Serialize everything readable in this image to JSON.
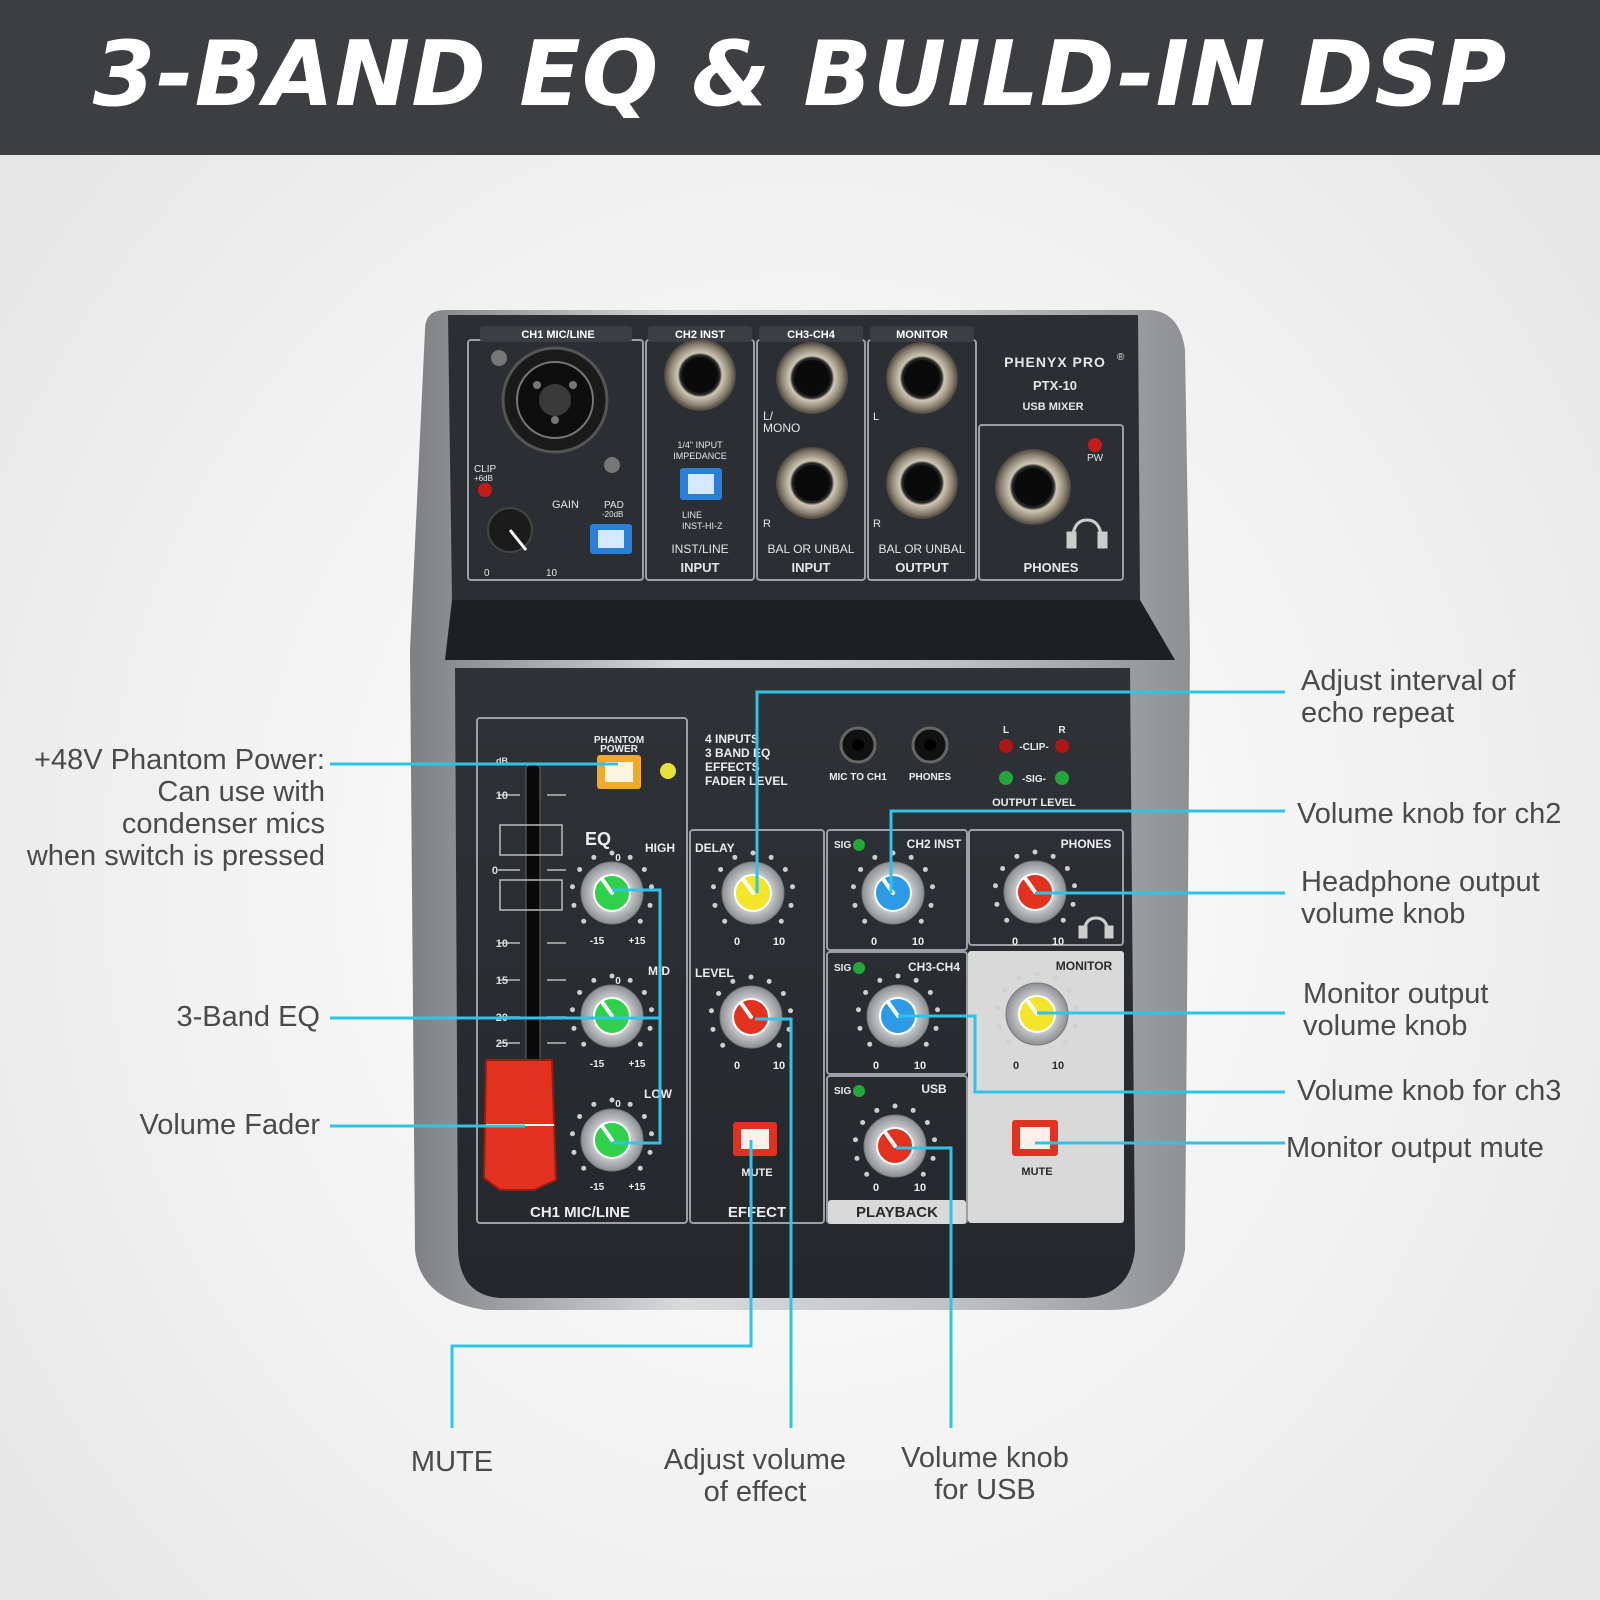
{
  "banner": {
    "title": "3-BAND EQ & BUILD-IN DSP"
  },
  "device": {
    "brand": "PHENYX PRO",
    "reg_mark": "®",
    "model": "PTX-10",
    "model_sub": "USB MIXER",
    "top_panel": {
      "ch1_header": "CH1 MIC/LINE",
      "ch2_header": "CH2 INST",
      "ch34_header": "CH3-CH4",
      "monitor_header": "MONITOR",
      "clip": "CLIP",
      "clip_db": "+6dB",
      "gain": "GAIN",
      "pad": "PAD",
      "pad_db": "-20dB",
      "gain_min": "0",
      "gain_max": "10",
      "impedance_line1": "1/4\" INPUT",
      "impedance_line2": "IMPEDANCE",
      "line": "LINE",
      "inst_hiz": "INST-HI-Z",
      "inst_line": "INST/LINE",
      "input": "INPUT",
      "l_mono": "L/",
      "mono": "MONO",
      "l": "L",
      "r": "R",
      "bal_unbal": "BAL OR UNBAL",
      "output": "OUTPUT",
      "pw": "PW",
      "phones": "PHONES"
    },
    "bottom_panel": {
      "phantom": "PHANTOM",
      "power": "POWER",
      "features": [
        "4 INPUTS",
        "3 BAND EQ",
        "EFFECTS",
        "FADER LEVEL"
      ],
      "mic_to_ch1": "MIC TO CH1",
      "phones": "PHONES",
      "clip": "-CLIP-",
      "sig_meter": "-SIG-",
      "l": "L",
      "r": "R",
      "output_level": "OUTPUT LEVEL",
      "db": "dB",
      "fader_scale": [
        "10",
        "0",
        "10",
        "15",
        "20",
        "25"
      ],
      "eq": "EQ",
      "high": "HIGH",
      "mid": "MID",
      "low": "LOW",
      "eq_zero": "0",
      "eq_min": "-15",
      "eq_max": "+15",
      "delay": "DELAY",
      "level": "LEVEL",
      "knob_min": "0",
      "knob_max": "10",
      "mute": "MUTE",
      "sig": "SIG",
      "ch2_inst": "CH2 INST",
      "ch34": "CH3-CH4",
      "usb": "USB",
      "phones_section": "PHONES",
      "monitor": "MONITOR",
      "ch1_footer": "CH1 MIC/LINE",
      "effect_footer": "EFFECT",
      "playback_footer": "PLAYBACK"
    }
  },
  "callouts": {
    "phantom_line1": "+48V Phantom Power:",
    "phantom_line2": "Can use with",
    "phantom_line3": "condenser mics",
    "phantom_line4": "when switch is pressed",
    "eq": "3-Band EQ",
    "fader": "Volume Fader",
    "echo_line1": "Adjust interval of",
    "echo_line2": "echo repeat",
    "ch2": "Volume knob for ch2",
    "headphone_line1": "Headphone output",
    "headphone_line2": "volume knob",
    "monitor_line1": "Monitor output",
    "monitor_line2": "volume knob",
    "ch3": "Volume knob for ch3",
    "monitor_mute": "Monitor output mute",
    "mute": "MUTE",
    "effect_line1": "Adjust volume",
    "effect_line2": "of effect",
    "usb_line1": "Volume knob",
    "usb_line2": "for USB"
  },
  "colors": {
    "banner_bg": "#3d3e41",
    "leader_line": "#2ec4ea",
    "label_text": "#4a4a4a",
    "label_accent": "#8b1010"
  }
}
